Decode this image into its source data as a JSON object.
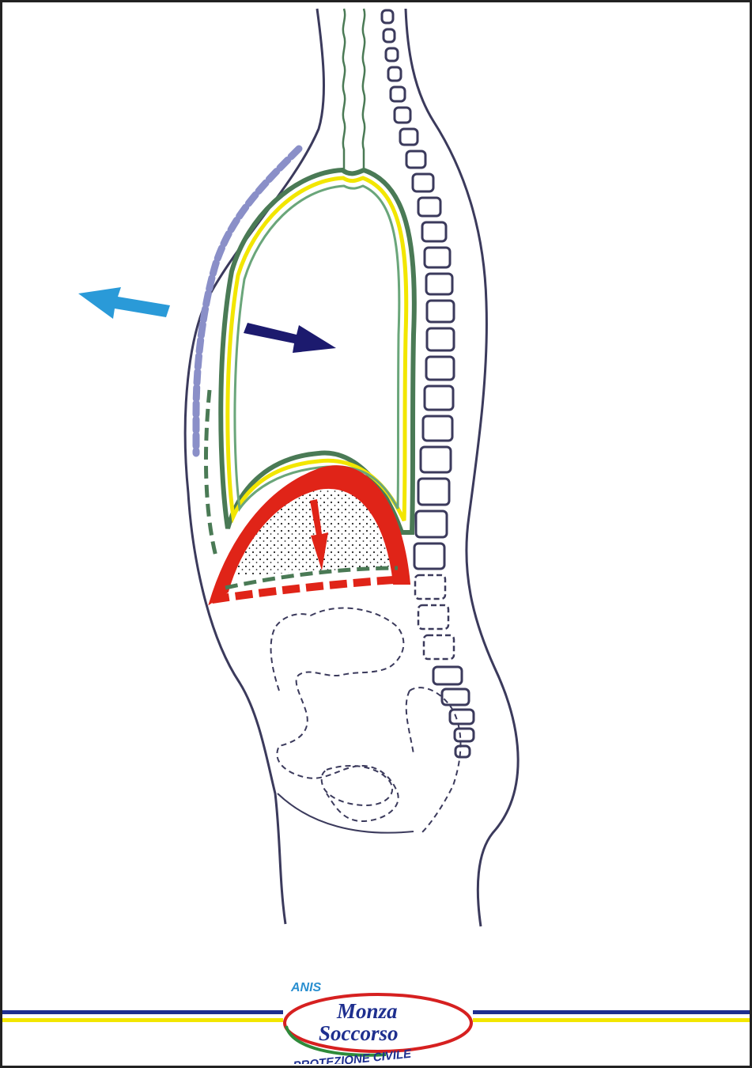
{
  "colors": {
    "outline": "#3b3a5c",
    "lung_outer": "#4a7a55",
    "lung_yellow": "#f2e600",
    "lung_inner": "#6aa67a",
    "diaphragm": "#e02418",
    "arrow_outward": "#2a9ad8",
    "arrow_inward": "#1c1a6e",
    "sternum": "#8a8fc8",
    "stripe_blue": "#1e2f8f",
    "stripe_yellow": "#f2e600",
    "logo_red": "#d62020",
    "logo_green": "#2e8a3a"
  },
  "icons": {
    "outward_arrow": "arrow-outward-icon",
    "inward_arrow": "arrow-inward-icon",
    "diaphragm_arrow": "arrow-down-icon"
  },
  "logo": {
    "anis": "ANIS",
    "line1": "Monza",
    "line2": "Soccorso",
    "subtitle": "PROTEZIONE CIVILE"
  }
}
